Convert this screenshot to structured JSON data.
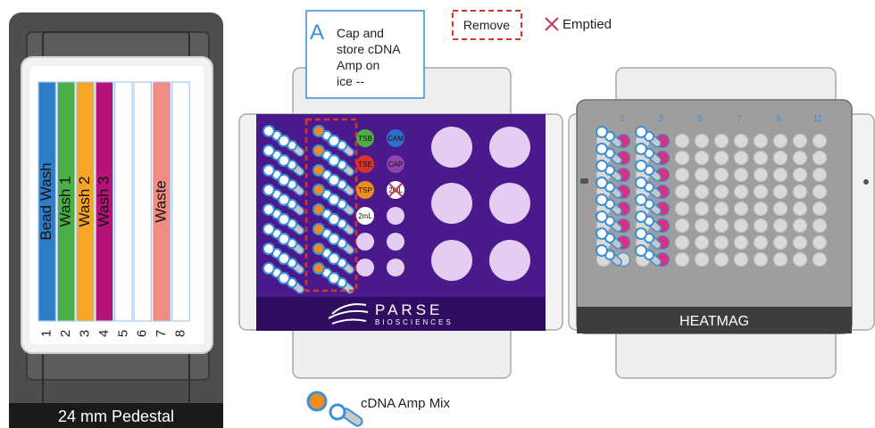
{
  "pedestal": {
    "label": "24 mm Pedestal",
    "lanes": [
      {
        "number": "1",
        "label": "Bead Wash",
        "color": "#2f7cc7"
      },
      {
        "number": "2",
        "label": "Wash 1",
        "color": "#4caf45"
      },
      {
        "number": "3",
        "label": "Wash 2",
        "color": "#f5a623"
      },
      {
        "number": "4",
        "label": "Wash 3",
        "color": "#b5127a"
      },
      {
        "number": "5",
        "label": "",
        "color": "#ffffff"
      },
      {
        "number": "6",
        "label": "",
        "color": "#ffffff"
      },
      {
        "number": "7",
        "label": "Waste",
        "color": "#f28b82"
      },
      {
        "number": "8",
        "label": "",
        "color": "#ffffff"
      }
    ]
  },
  "step": {
    "letter": "A",
    "text_lines": [
      "Cap and",
      "store cDNA",
      "Amp on",
      "ice --"
    ]
  },
  "legend": {
    "remove_label": "Remove",
    "emptied_label": "Emptied",
    "cdna_label": "cDNA Amp Mix"
  },
  "parse_rack": {
    "brand": "PARSE",
    "sub": "BIOSCIENCES",
    "tubes": [
      "TSB",
      "CAM",
      "TSE",
      "CAP",
      "TSP",
      "2mL",
      "2mL"
    ],
    "colors": {
      "tsb": "#4caf45",
      "cam": "#2f6fc7",
      "tse": "#d9342b",
      "cap": "#8e44ad",
      "tsp": "#f08c1e"
    }
  },
  "heatmag": {
    "label": "HEATMAG",
    "column_labels": [
      "1",
      "3",
      "5",
      "7",
      "9",
      "11"
    ]
  },
  "colors": {
    "rack_purple": "#4a1a8c",
    "well_magenta": "#d8317f",
    "tube_blue": "#3b8fd9",
    "tube_orange": "#f08c1e",
    "emptied_red": "#c0405a",
    "remove_red": "#d9342b"
  }
}
